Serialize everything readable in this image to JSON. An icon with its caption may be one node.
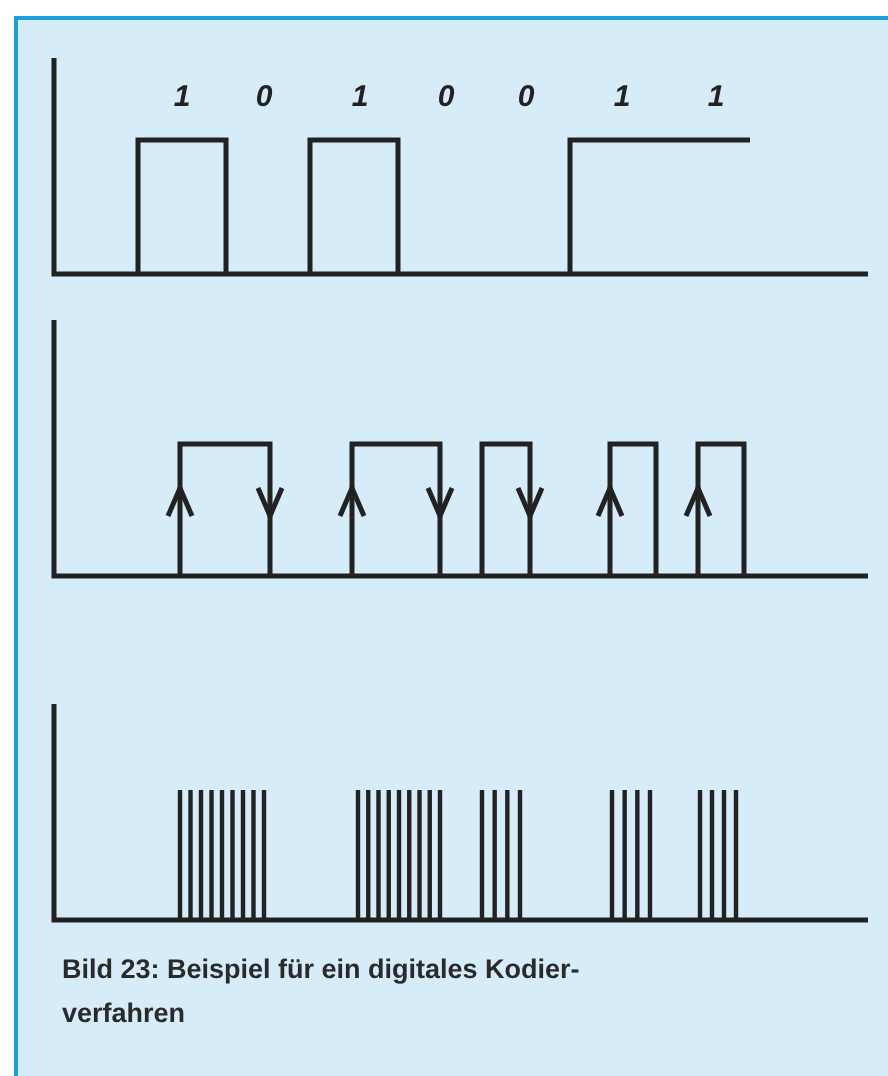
{
  "diagram": {
    "caption": "Bild 23: Beispiel für ein digitales Kodier- verfahren",
    "labels": [
      "1",
      "0",
      "1",
      "0",
      "0",
      "1",
      "1"
    ]
  }
}
